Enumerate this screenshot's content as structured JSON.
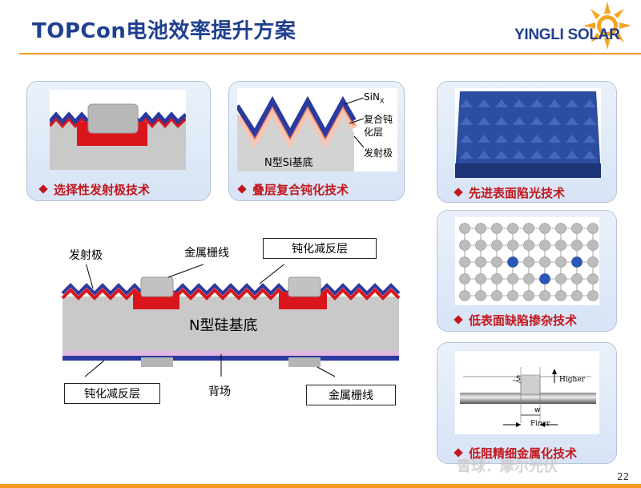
{
  "slide": {
    "title": "TOPCon电池效率提升方案",
    "page_number": "22",
    "watermark": "雪球：摩尔光伏"
  },
  "logo": {
    "text": "YINGLI SOLAR",
    "sun_color": "#f5a623",
    "text_color": "#1f3f8f"
  },
  "panels": {
    "selective_emitter": {
      "caption": "选择性发射极技术"
    },
    "stacked_passivation": {
      "caption": "叠层复合钝化技术",
      "label_sinx": "SiN",
      "label_sinx_sub": "X",
      "label_composite": "复合钝",
      "label_composite_2": "化层",
      "label_emitter": "发射极",
      "label_substrate": "N型Si基底"
    },
    "light_trapping": {
      "caption": "先进表面陷光技术"
    },
    "low_defect_doping": {
      "caption": "低表面缺陷掺杂技术"
    },
    "fine_metallization": {
      "caption": "低阻精细金属化技术",
      "label_s": "S",
      "label_w": "w",
      "label_higher": "Higher",
      "label_finer": "Finer"
    }
  },
  "main_diagram": {
    "label_emitter": "发射极",
    "label_metal_grid_top": "金属栅线",
    "label_arc": "钝化减反层",
    "label_substrate": "N型硅基底",
    "label_passivation_bottom": "钝化减反层",
    "label_back_field": "背场",
    "label_metal_grid_bottom": "金属栅线"
  },
  "colors": {
    "title": "#1f3f8f",
    "accent_orange": "#f39a1e",
    "caption_red": "#c3161c",
    "emitter_red": "#d9161c",
    "sinx_blue": "#2b3aa0",
    "substrate_gray": "#c9c9c9"
  }
}
